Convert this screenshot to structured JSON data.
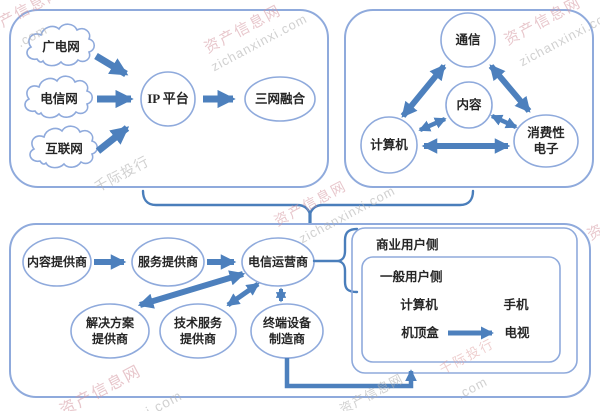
{
  "palette": {
    "panel_border": "#8faadc",
    "arrow_blue": "#4d80bd",
    "connector_blue": "#4a7ebb",
    "text_color": "#262626",
    "watermark_pink": "#d598a2",
    "watermark_gray": "#b2b2b2"
  },
  "watermarks": {
    "brand_cn": "资产信息网",
    "brand_url": "zichanxinxi.com",
    "bank_cn": "千际投行",
    "url_frag_xi": "xi.com",
    "url_frag_com": ".com"
  },
  "fusion_panel": {
    "clouds": [
      "广电网",
      "电信网",
      "互联网"
    ],
    "ip_platform": "IP 平台",
    "fusion": "三网融合"
  },
  "industry_panel": {
    "communication": "通信",
    "content": "内容",
    "computer": "计算机",
    "consumer_electronics": [
      "消费性",
      "电子"
    ]
  },
  "value_chain_panel": {
    "content_provider": "内容提供商",
    "service_provider": "服务提供商",
    "telecom_operator": "电信运营商",
    "solution_provider": [
      "解决方案",
      "提供商"
    ],
    "tech_service_provider": [
      "技术服务",
      "提供商"
    ],
    "terminal_manufacturer": [
      "终端设备",
      "制造商"
    ],
    "user_side": {
      "business_label": "商业用户侧",
      "general_label": "一般用户侧",
      "computer": "计算机",
      "phone": "手机",
      "set_top_box": "机顶盒",
      "tv": "电视"
    }
  }
}
